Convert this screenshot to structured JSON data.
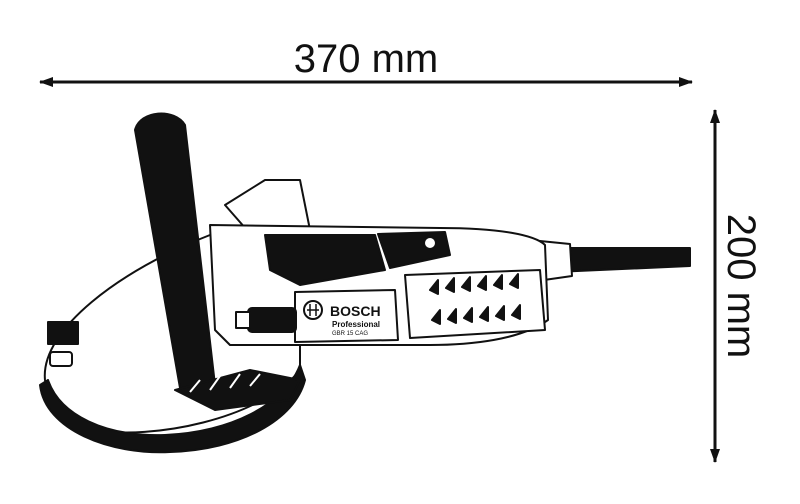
{
  "dimensions": {
    "width_label": "370 mm",
    "height_label": "200 mm"
  },
  "product": {
    "brand": "BOSCH",
    "line": "Professional",
    "model": "GBR 15 CAG"
  },
  "colors": {
    "ink": "#111111",
    "background": "#ffffff"
  }
}
